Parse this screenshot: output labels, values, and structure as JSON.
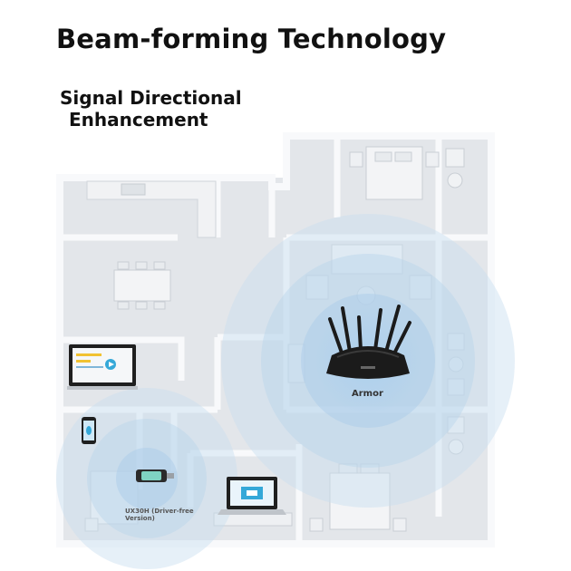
{
  "headline": "Beam-forming Technology",
  "subheadline": {
    "line1": "Signal Directional",
    "line2": "Enhancement"
  },
  "router": {
    "label": "Armor",
    "icon": "router-icon"
  },
  "adapter": {
    "label": "UX30H (Driver-free Version)",
    "icon": "usb-wifi-adapter-icon"
  },
  "colors": {
    "signal": "#9ec6e6",
    "wall": "#f7f8fa",
    "floor": "#e2e5e9",
    "device": "#1e1e1e",
    "screen": "#35a8d8"
  }
}
